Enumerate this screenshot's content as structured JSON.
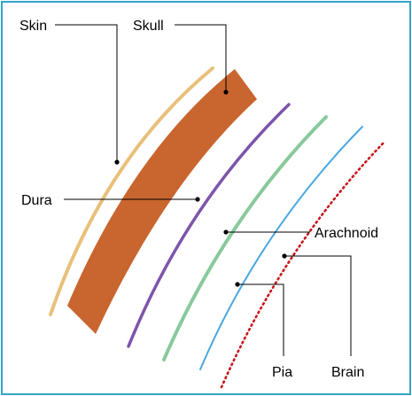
{
  "diagram": {
    "labels": {
      "skin": "Skin",
      "skull": "Skull",
      "dura": "Dura",
      "arachnoid": "Arachnoid",
      "pia": "Pia",
      "brain": "Brain"
    },
    "colors": {
      "border": "#34a5c8",
      "background": "#ffffff",
      "skin": "#e8c07a",
      "skull": "#c9652e",
      "dura": "#7d55aa",
      "arachnoid": "#88c99b",
      "pia": "#4aa7df",
      "brain": "#c8161d",
      "leader": "#000000"
    }
  }
}
